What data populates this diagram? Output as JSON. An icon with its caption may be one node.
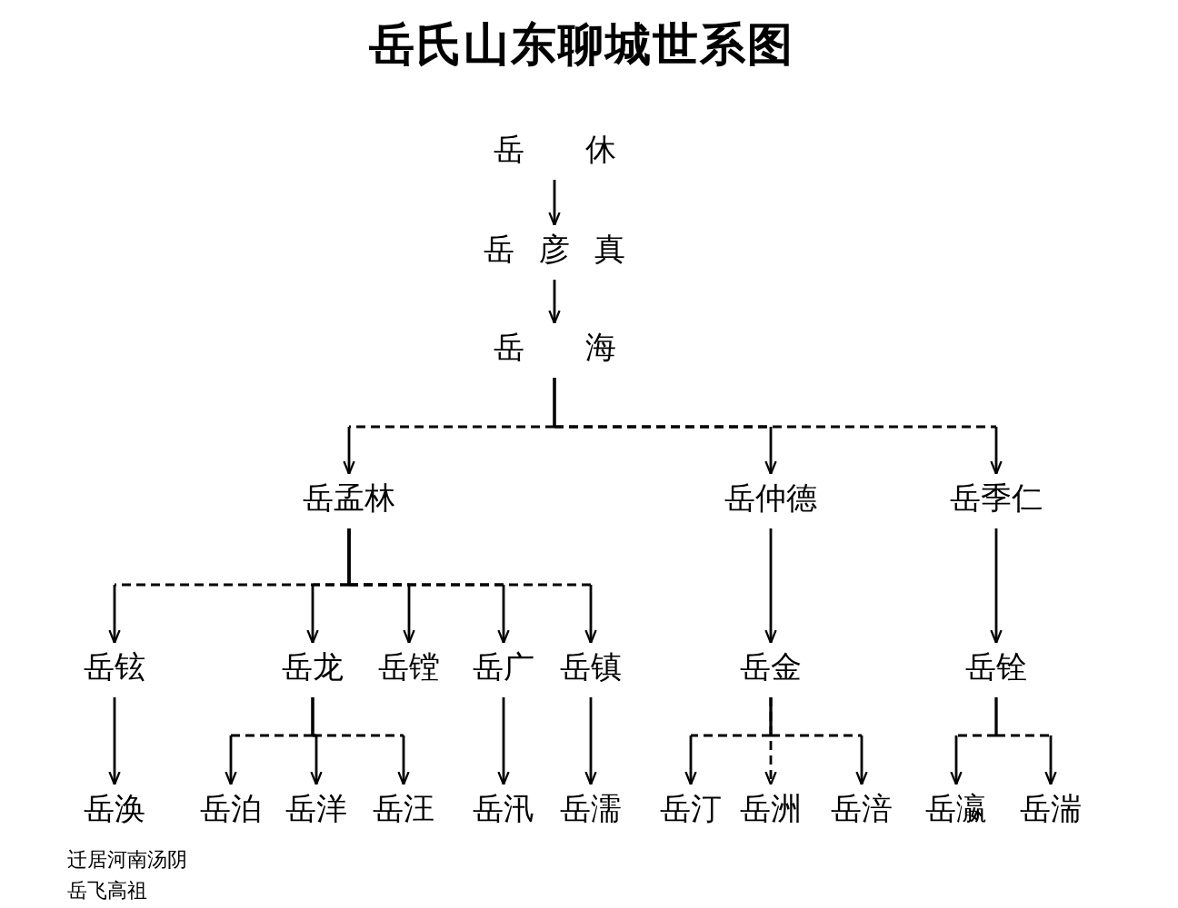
{
  "diagram": {
    "title": "岳氏山东聊城世系图",
    "nodes": [
      {
        "text": [
          "岳 休"
        ]
      },
      {
        "text": [
          "岳 彦 真"
        ]
      },
      {
        "text": [
          "岳 海"
        ]
      },
      {
        "text": [
          "岳孟林"
        ]
      },
      {
        "text": [
          "岳仲德"
        ]
      },
      {
        "text": [
          "岳季仁"
        ]
      },
      {
        "text": [
          "岳铉"
        ]
      },
      {
        "text": [
          "岳龙"
        ]
      },
      {
        "text": [
          "岳镗"
        ]
      },
      {
        "text": [
          "岳广"
        ]
      },
      {
        "text": [
          "岳镇"
        ]
      },
      {
        "text": [
          "岳金"
        ]
      },
      {
        "text": [
          "岳铨"
        ]
      },
      {
        "text": [
          "岳涣"
        ],
        "beside": [
          "迁居河南汤阴岳飞高祖"
        ]
      },
      {
        "text": [
          "岳泊"
        ]
      },
      {
        "text": [
          "岳洋"
        ]
      },
      {
        "text": [
          "岳汪"
        ]
      },
      {
        "text": [
          "岳汛"
        ]
      },
      {
        "text": [
          "岳濡"
        ]
      },
      {
        "text": [
          "岳汀"
        ]
      },
      {
        "text": [
          "岳洲"
        ]
      },
      {
        "text": [
          "岳涪"
        ]
      },
      {
        "text": [
          "岳瀛"
        ]
      },
      {
        "text": [
          "岳湍"
        ]
      }
    ],
    "edges": [
      {
        "from": 0,
        "to": 1,
        "arrow": "to"
      },
      {
        "from": 1,
        "to": 2,
        "arrow": "to"
      },
      {
        "from": 2,
        "to": 3,
        "arrow": "to",
        "style": "dashed"
      },
      {
        "from": 2,
        "to": 4,
        "arrow": "to",
        "style": "dashed"
      },
      {
        "from": 2,
        "to": 5,
        "arrow": "to",
        "style": "dashed"
      },
      {
        "from": 3,
        "to": 6,
        "arrow": "to",
        "style": "dashed"
      },
      {
        "from": 3,
        "to": 7,
        "arrow": "to",
        "style": "dashed"
      },
      {
        "from": 3,
        "to": 8,
        "arrow": "to",
        "style": "dashed"
      },
      {
        "from": 3,
        "to": 9,
        "arrow": "to",
        "style": "dashed"
      },
      {
        "from": 3,
        "to": 10,
        "arrow": "to",
        "style": "dashed"
      },
      {
        "from": 4,
        "to": 11,
        "arrow": "to"
      },
      {
        "from": 5,
        "to": 12,
        "arrow": "to"
      },
      {
        "from": 6,
        "to": 13,
        "arrow": "to"
      },
      {
        "from": 7,
        "to": 14,
        "arrow": "to",
        "style": "dashed"
      },
      {
        "from": 7,
        "to": 15,
        "arrow": "to",
        "style": "dashed"
      },
      {
        "from": 7,
        "to": 16,
        "arrow": "to",
        "style": "dashed"
      },
      {
        "from": 9,
        "to": 17,
        "arrow": "to"
      },
      {
        "from": 10,
        "to": 18,
        "arrow": "to"
      },
      {
        "from": 11,
        "to": 19,
        "arrow": "to",
        "style": "dashed"
      },
      {
        "from": 11,
        "to": 20,
        "arrow": "to",
        "style": "dashed"
      },
      {
        "from": 11,
        "to": 21,
        "arrow": "to",
        "style": "dashed"
      },
      {
        "from": 12,
        "to": 22,
        "arrow": "to",
        "style": "dashed"
      },
      {
        "from": 12,
        "to": 23,
        "arrow": "to",
        "style": "dashed"
      }
    ]
  }
}
